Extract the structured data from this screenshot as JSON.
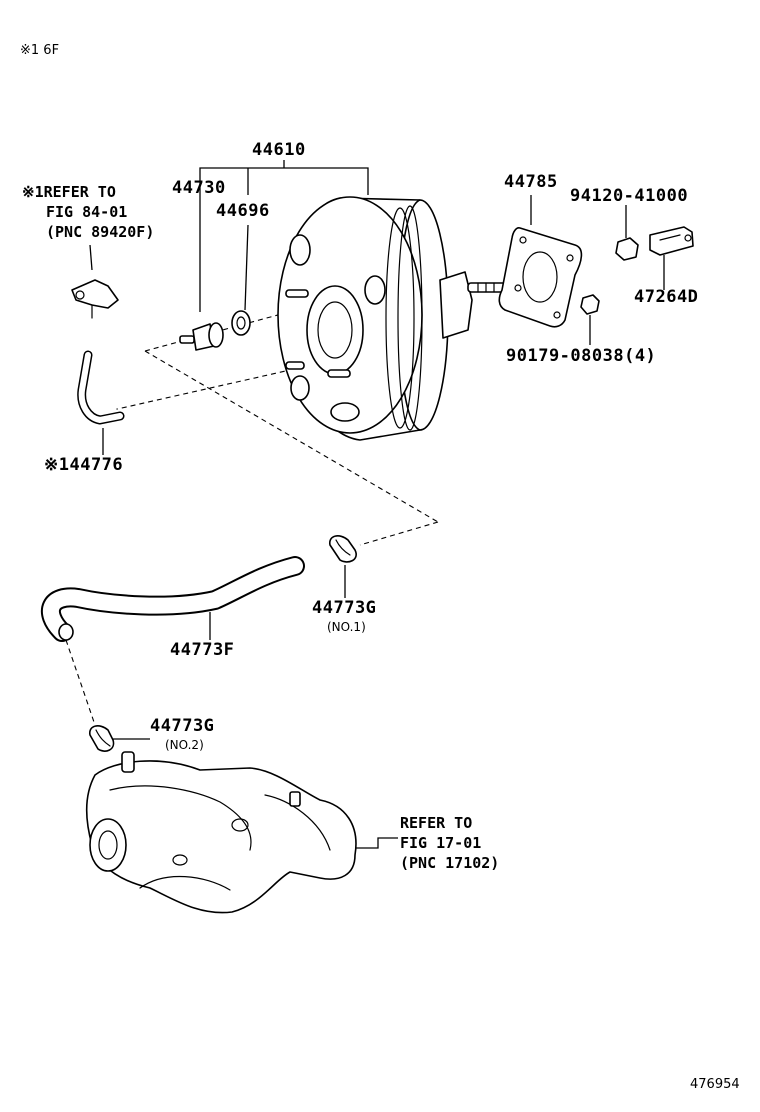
{
  "header_note": "※1 6F",
  "footer_id": "476954",
  "parts": {
    "booster_assy": "44610",
    "check_valve": "44730",
    "grommet": "44696",
    "gasket": "44785",
    "clevis_nut": "94120-41000",
    "clevis": "47264D",
    "nut": "90179-08038(4)",
    "vacuum_hose_1": "※144776",
    "clamp_no1": "44773G",
    "clamp_no1_sub": "(NO.1)",
    "vacuum_hose_2": "44773F",
    "clamp_no2": "44773G",
    "clamp_no2_sub": "(NO.2)"
  },
  "refs": {
    "fig84": {
      "l1": "※1REFER TO",
      "l2": "FIG 84-01",
      "l3": "(PNC 89420F)"
    },
    "fig17": {
      "l1": "REFER TO",
      "l2": "FIG 17-01",
      "l3": "(PNC 17102)"
    }
  }
}
